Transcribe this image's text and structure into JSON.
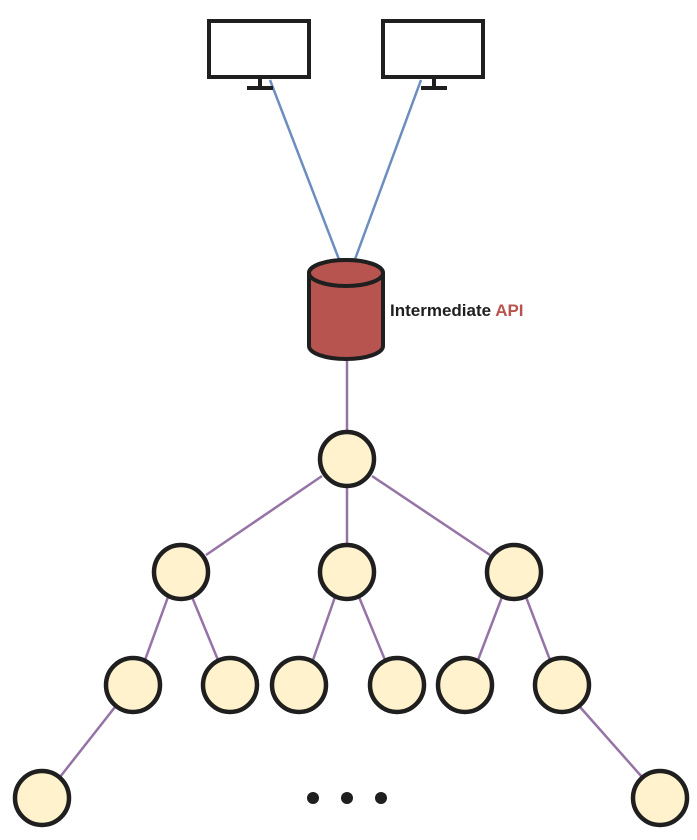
{
  "api": {
    "label_prefix": "Intermediate",
    "label_accent": "API"
  },
  "tree": {
    "continuation": "..."
  },
  "colors": {
    "client_link": "#6c8ebf",
    "tree_link": "#9673a6",
    "db_fill": "#b85450",
    "node_fill": "#fff2cc",
    "outline": "#1f1f1f",
    "accent_text": "#b85450"
  },
  "icons": {
    "client": "monitor-icon",
    "api": "database-cylinder-icon",
    "node": "circle-node"
  }
}
